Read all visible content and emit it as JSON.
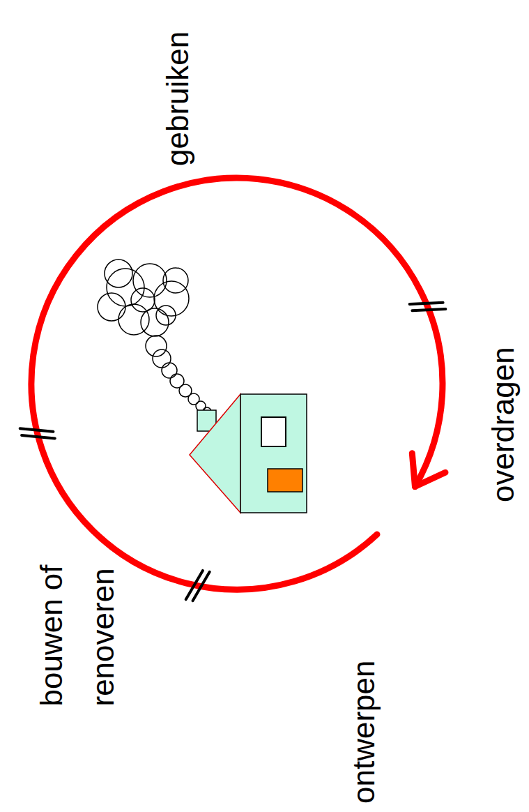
{
  "diagram": {
    "labels": [
      "ontwerpen",
      "bouwen of renoveren",
      "gebruiken",
      "overdragen"
    ]
  }
}
